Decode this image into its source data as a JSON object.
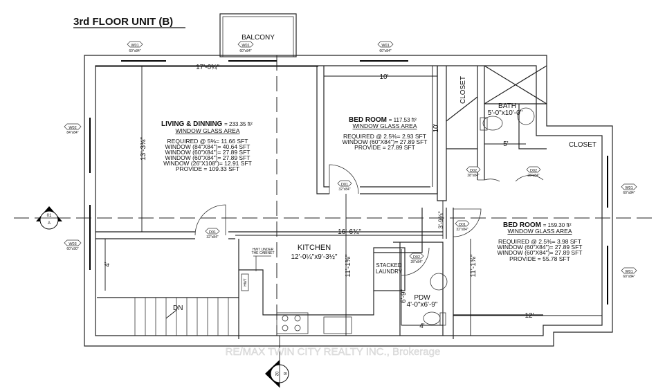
{
  "title": "3rd FLOOR UNIT (B)",
  "balcony": "BALCONY",
  "windows": {
    "w01_top1": {
      "tag": "W01",
      "size": "60\"x84\""
    },
    "w01_top2": {
      "tag": "W01",
      "size": "60\"x84\""
    },
    "w01_top3": {
      "tag": "W01",
      "size": "60\"x84\""
    },
    "w02": {
      "tag": "W02",
      "size": "84\"x84\""
    },
    "w03": {
      "tag": "W03",
      "size": "60\"x90\""
    },
    "w01_right1": {
      "tag": "W01",
      "size": "60\"x84\""
    },
    "w01_right2": {
      "tag": "W01",
      "size": "60\"x84\""
    }
  },
  "doors": {
    "d01_bed": {
      "tag": "D01",
      "size": "32\"x84\""
    },
    "d01_living": {
      "tag": "D01",
      "size": "32\"x84\""
    },
    "d01_bed2": {
      "tag": "D01",
      "size": "32\"x84\""
    },
    "d02_closet": {
      "tag": "D02",
      "size": "28\"x84\""
    },
    "d02_bath": {
      "tag": "D02",
      "size": "28\"x84\""
    },
    "d02_pdw": {
      "tag": "D02",
      "size": "28\"x84\""
    }
  },
  "living": {
    "name": "LIVING & DINNING",
    "area": "= 233.35 ft²",
    "subtitle": "WINDOW GLASS AREA",
    "lines": [
      "REQUIRED @ 5%= 11.66 SFT",
      "WINDOW (84\"X84\")= 40.64 SFT",
      "WINDOW (60\"X84\")= 27.89 SFT",
      "WINDOW (60\"X84\")= 27.89 SFT",
      "WINDOW (26\"X108\")= 12.91 SFT",
      "PROVIDE = 109.33 SFT"
    ]
  },
  "bedroom1": {
    "name": "BED ROOM",
    "area": "= 117.53 ft²",
    "subtitle": "WINDOW GLASS AREA",
    "lines": [
      "REQUIRED @ 2.5%= 2.93 SFT",
      "WINDOW (60\"X84\")= 27.89 SFT",
      "PROVIDE = 27.89 SFT"
    ]
  },
  "bedroom2": {
    "name": "BED ROOM",
    "area": "= 159.30 ft²",
    "subtitle": "WINDOW GLASS AREA",
    "lines": [
      "REQUIRED @ 2.5%= 3.98 SFT",
      "WINDOW (60\"X84\")= 27.89 SFT",
      "WINDOW (60\"X84\")= 27.89 SFT",
      "PROVIDE = 55.78 SFT"
    ]
  },
  "closet1": "CLOSET",
  "closet2": "CLOSET",
  "bath": {
    "name": "BATH",
    "size": "5'-0\"x10'-0\""
  },
  "kitchen": {
    "name": "KITCHEN",
    "size": "12'-0¼\"x9'-3½\""
  },
  "hwt_note": [
    "HWT UNDER",
    "THE CABINET"
  ],
  "hwt": "HWT",
  "laundry": [
    "STACKED",
    "LAUNDRY"
  ],
  "pdw": {
    "name": "PDW",
    "size": "4'-0\"x6'-9\""
  },
  "stairs": "DN",
  "dimensions": {
    "living_width": "17'-6¾\"",
    "living_height": "13'-3⅜\"",
    "bed1_width": "10'",
    "bed1_height": "10'",
    "bath_width": "5'",
    "kitchen_width": "16'-6¾\"",
    "kitchen_height": "11'-1⅜\"",
    "hall_height": "3'-9⅜\"",
    "bed2_height": "11'-1⅜\"",
    "bed2_width": "12'",
    "pdw_height": "6'-9\"",
    "pdw_width": "4'",
    "stair_landing": "4'"
  },
  "section_a": {
    "num": "01",
    "sheet": "A"
  },
  "section_b": {
    "num": "02",
    "sheet": "B"
  },
  "watermark": "RE/MAX TWIN CITY REALTY INC., Brokerage"
}
